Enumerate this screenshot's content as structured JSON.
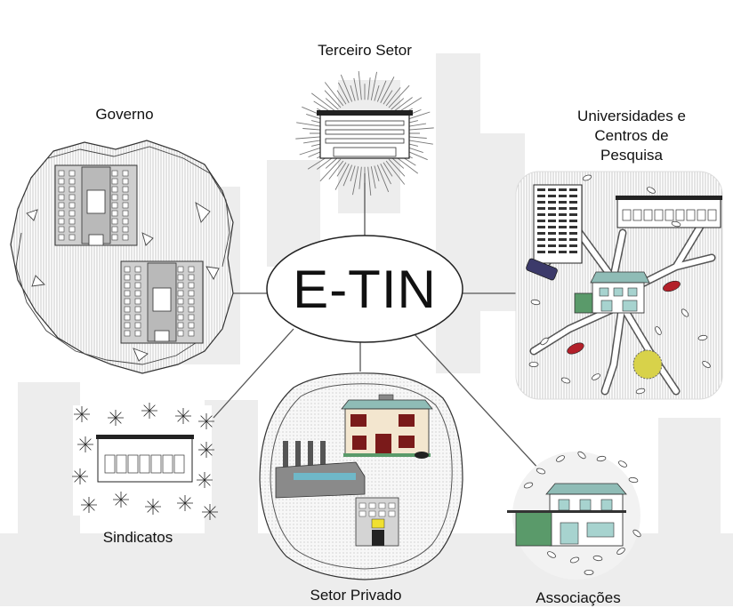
{
  "hub": {
    "label": "E-TIN"
  },
  "nodes": {
    "terceiro_setor": {
      "label": "Terceiro Setor"
    },
    "governo": {
      "label": "Governo"
    },
    "universidades": {
      "lines": [
        "Universidades e",
        "Centros de",
        "Pesquisa"
      ]
    },
    "sindicatos": {
      "label": "Sindicatos"
    },
    "setor_privado": {
      "label": "Setor Privado"
    },
    "associacoes": {
      "label": "Associações"
    }
  },
  "colors": {
    "background_skyline": "#ececec",
    "building_gray": "#c8c8c8",
    "roof_teal": "#8fbcb6",
    "house_green": "#5a9a6a",
    "house_red": "#7a1a1a",
    "car_red": "#b3202a",
    "bus_blue": "#3c3a6a",
    "tree_yellow": "#d8d24a"
  }
}
